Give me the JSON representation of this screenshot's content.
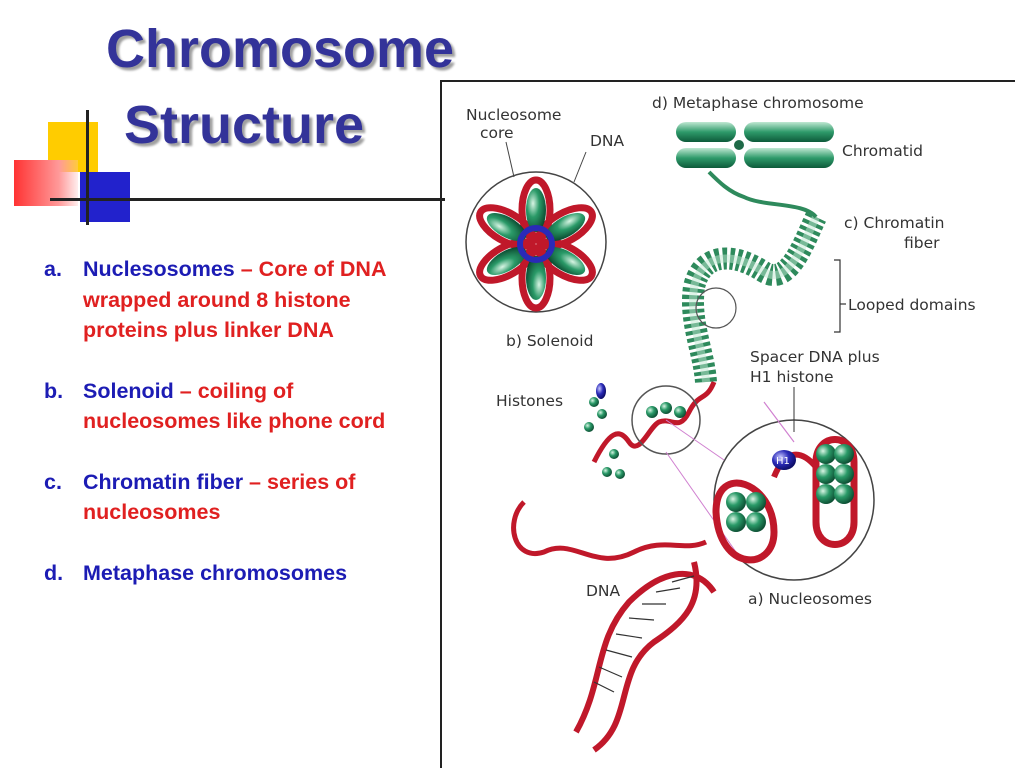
{
  "title": {
    "line1": "Chromosome",
    "line2": "Structure"
  },
  "bullets": [
    {
      "marker": "a.",
      "term": "Nuclesosomes",
      "dash": " – ",
      "desc": "Core of DNA wrapped around 8 histone proteins plus linker DNA"
    },
    {
      "marker": "b.",
      "term": "Solenoid",
      "dash": " – ",
      "desc": "coiling of nucleosomes like phone cord"
    },
    {
      "marker": "c.",
      "term": "Chromatin fiber",
      "dash": " – ",
      "desc": "series of nucleosomes"
    },
    {
      "marker": "d.",
      "term": "Metaphase chromosomes",
      "dash": "",
      "desc": ""
    }
  ],
  "figure": {
    "labels": {
      "metaphase": "d) Metaphase chromosome",
      "chromatid": "Chromatid",
      "nucleosome_core_1": "Nucleosome",
      "nucleosome_core_2": "core",
      "dna_top": "DNA",
      "chromatin_fiber_1": "c) Chromatin",
      "chromatin_fiber_2": "fiber",
      "looped_domains": "Looped domains",
      "solenoid": "b) Solenoid",
      "spacer_1": "Spacer DNA plus",
      "spacer_2": "H1 histone",
      "histones": "Histones",
      "dna_bottom": "DNA",
      "nucleosomes": "a) Nucleosomes",
      "h1": "H1"
    }
  },
  "colors": {
    "title": "#333399",
    "term": "#1c1cb4",
    "desc": "#e02020",
    "dna_red": "#c0182a",
    "histone_green": "#1f8a5a"
  }
}
